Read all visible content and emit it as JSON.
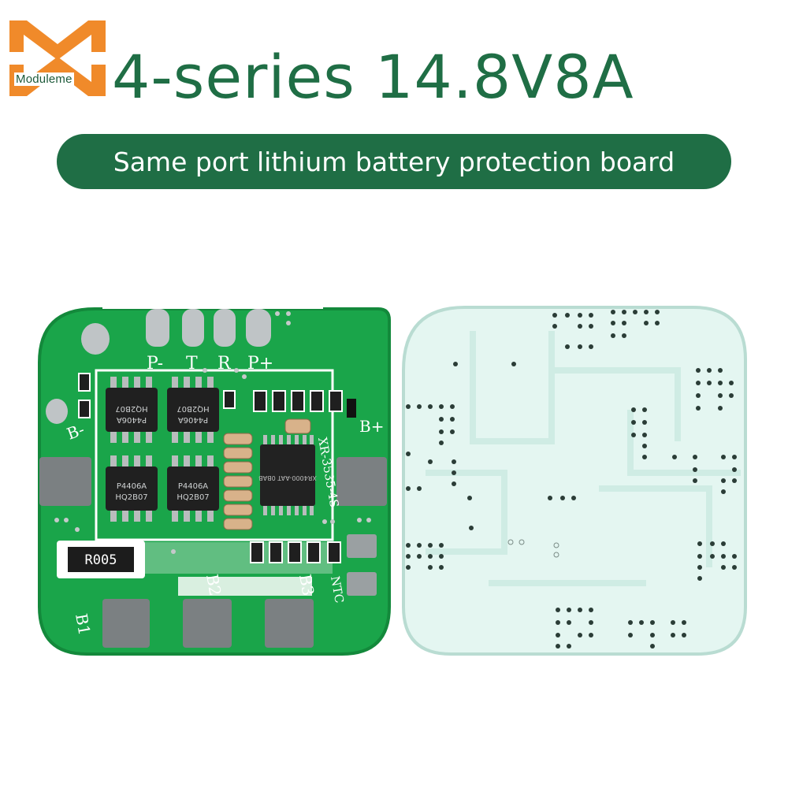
{
  "brand": {
    "logo_text": "Moduleme",
    "logo_color": "#f08a2a"
  },
  "title": "4-series 14.8V8A",
  "subtitle": "Same port lithium battery protection board",
  "colors": {
    "accent": "#1f6e45",
    "pcb_green": "#1aa54a",
    "pcb_back": "#e4f6f1"
  },
  "board_front": {
    "labels": [
      "P-",
      "T",
      "R",
      "P+",
      "B-",
      "B+",
      "B1",
      "B2",
      "B3",
      "NTC",
      "XR-3535-4S",
      "R005"
    ],
    "mosfet_marks": [
      [
        "HQ2B07",
        "P4406A"
      ],
      [
        "HQ2B07",
        "P4406A"
      ],
      [
        "P4406A",
        "HQ2B07"
      ],
      [
        "P4406A",
        "HQ2B07"
      ]
    ],
    "ic_mark": "XR4000-AAT 0BAB"
  }
}
